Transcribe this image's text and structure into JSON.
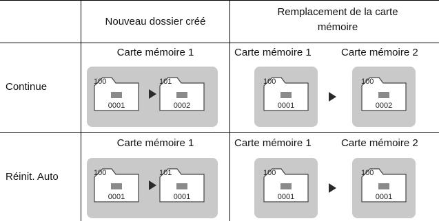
{
  "header": {
    "col_new_folder": "Nouveau dossier créé",
    "col_card_replace": "Remplacement de la carte mémoire"
  },
  "rows": [
    {
      "label": "Continue",
      "new_folder": {
        "card_label": "Carte mémoire 1",
        "folders": [
          {
            "num": "100",
            "file": "0001"
          },
          {
            "num": "101",
            "file": "0002"
          }
        ]
      },
      "replace": {
        "card1_label": "Carte mémoire 1",
        "card2_label": "Carte mémoire 2",
        "folders": [
          {
            "num": "100",
            "file": "0001"
          },
          {
            "num": "100",
            "file": "0002"
          }
        ]
      }
    },
    {
      "label": "Réinit. Auto",
      "new_folder": {
        "card_label": "Carte mémoire 1",
        "folders": [
          {
            "num": "100",
            "file": "0001"
          },
          {
            "num": "101",
            "file": "0001"
          }
        ]
      },
      "replace": {
        "card1_label": "Carte mémoire 1",
        "card2_label": "Carte mémoire 2",
        "folders": [
          {
            "num": "100",
            "file": "0001"
          },
          {
            "num": "100",
            "file": "0001"
          }
        ]
      }
    }
  ]
}
